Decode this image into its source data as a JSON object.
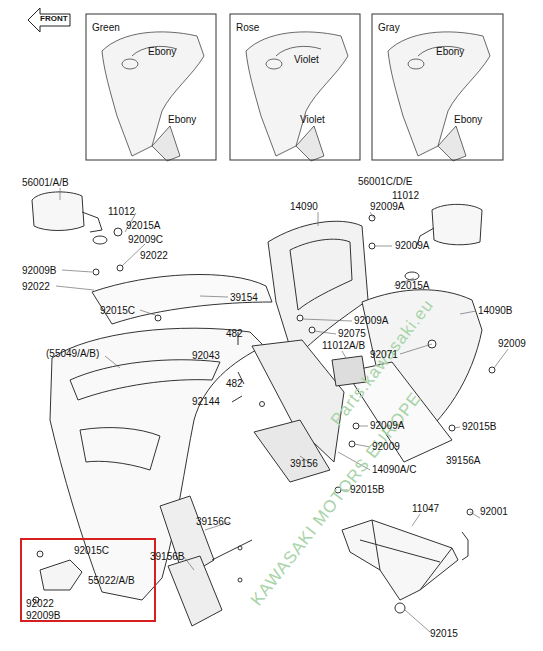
{
  "diagram": {
    "nodes": [
      {
        "text": [
          "Green",
          "Ebony",
          "Ebony"
        ]
      },
      {
        "text": [
          "Rose",
          "Violet",
          "Violet"
        ]
      },
      {
        "text": [
          "Gray",
          "Ebony",
          "Ebony"
        ]
      },
      {
        "text": [
          "92015C",
          "55022/A/B",
          "92022",
          "92009B"
        ]
      }
    ],
    "labels": [
      "FRONT",
      "56001/A/B",
      "11012",
      "92015A",
      "92009C",
      "92022",
      "92009B",
      "92022",
      "39154",
      "92015C",
      "(55049/A/B)",
      "482",
      "92043",
      "482",
      "92144",
      "14090",
      "92009A",
      "56001C/D/E",
      "11012",
      "92009A",
      "92015A",
      "14090B",
      "92009A",
      "92075",
      "11012A/B",
      "92071",
      "92009",
      "92009A",
      "92009",
      "92015B",
      "14090A/C",
      "39156A",
      "39156",
      "92015B",
      "11047",
      "92001",
      "39156C",
      "39156B",
      "92015",
      "KAWASAKI MOTORS EUROPE",
      "Parts.kawasaki.eu"
    ]
  }
}
